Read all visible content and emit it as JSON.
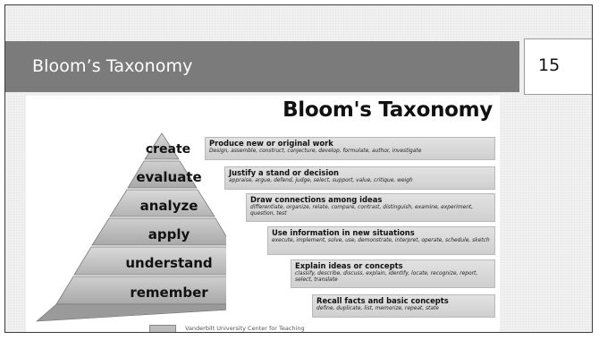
{
  "slide": {
    "title": "Bloom’s Taxonomy",
    "page_number": "15"
  },
  "figure": {
    "title": "Bloom's Taxonomy",
    "credit": "Vanderbilt University Center for Teaching",
    "levels": [
      {
        "name": "create",
        "heading": "Produce new or original work",
        "verbs": "Design, assemble, construct, conjecture, develop, formulate, author, investigate"
      },
      {
        "name": "evaluate",
        "heading": "Justify a stand or decision",
        "verbs": "appraise, argue, defend, judge, select, support, value, critique, weigh"
      },
      {
        "name": "analyze",
        "heading": "Draw connections among ideas",
        "verbs": "differentiate, organize, relate, compare, contrast, distinguish, examine, experiment, question, test"
      },
      {
        "name": "apply",
        "heading": "Use information in new situations",
        "verbs": "execute, implement, solve, use, demonstrate, interpret, operate, schedule, sketch"
      },
      {
        "name": "understand",
        "heading": "Explain ideas or concepts",
        "verbs": "classify, describe, discuss, explain, identify, locate, recognize, report, select, translate"
      },
      {
        "name": "remember",
        "heading": "Recall facts and basic concepts",
        "verbs": "define, duplicate, list, memorize, repeat, state"
      }
    ]
  }
}
